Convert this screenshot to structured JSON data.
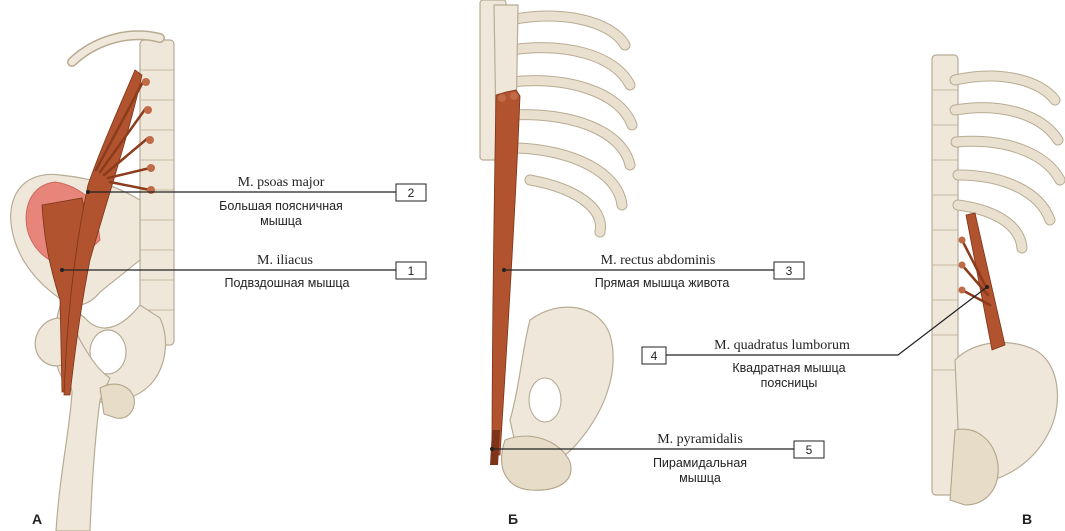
{
  "panels": {
    "a": "А",
    "b": "Б",
    "c": "В"
  },
  "labels": [
    {
      "number": "1",
      "latin": "M. iliacus",
      "russian": [
        "Подвздошная мышца"
      ]
    },
    {
      "number": "2",
      "latin": "M. psoas major",
      "russian": [
        "Большая поясничная",
        "мышца"
      ]
    },
    {
      "number": "3",
      "latin": "M. rectus abdominis",
      "russian": [
        "Прямая мышца живота"
      ]
    },
    {
      "number": "4",
      "latin": "M. quadratus lumborum",
      "russian": [
        "Квадратная мышца",
        "поясницы"
      ]
    },
    {
      "number": "5",
      "latin": "M. pyramidalis",
      "russian": [
        "Пирамидальная",
        "мышца"
      ]
    }
  ],
  "colors": {
    "muscle": "#b0532e",
    "iliacus_fill": "#e8857a",
    "bone": "#efe8da",
    "bone_outline": "#b8ab95",
    "leader_line": "#222222"
  }
}
